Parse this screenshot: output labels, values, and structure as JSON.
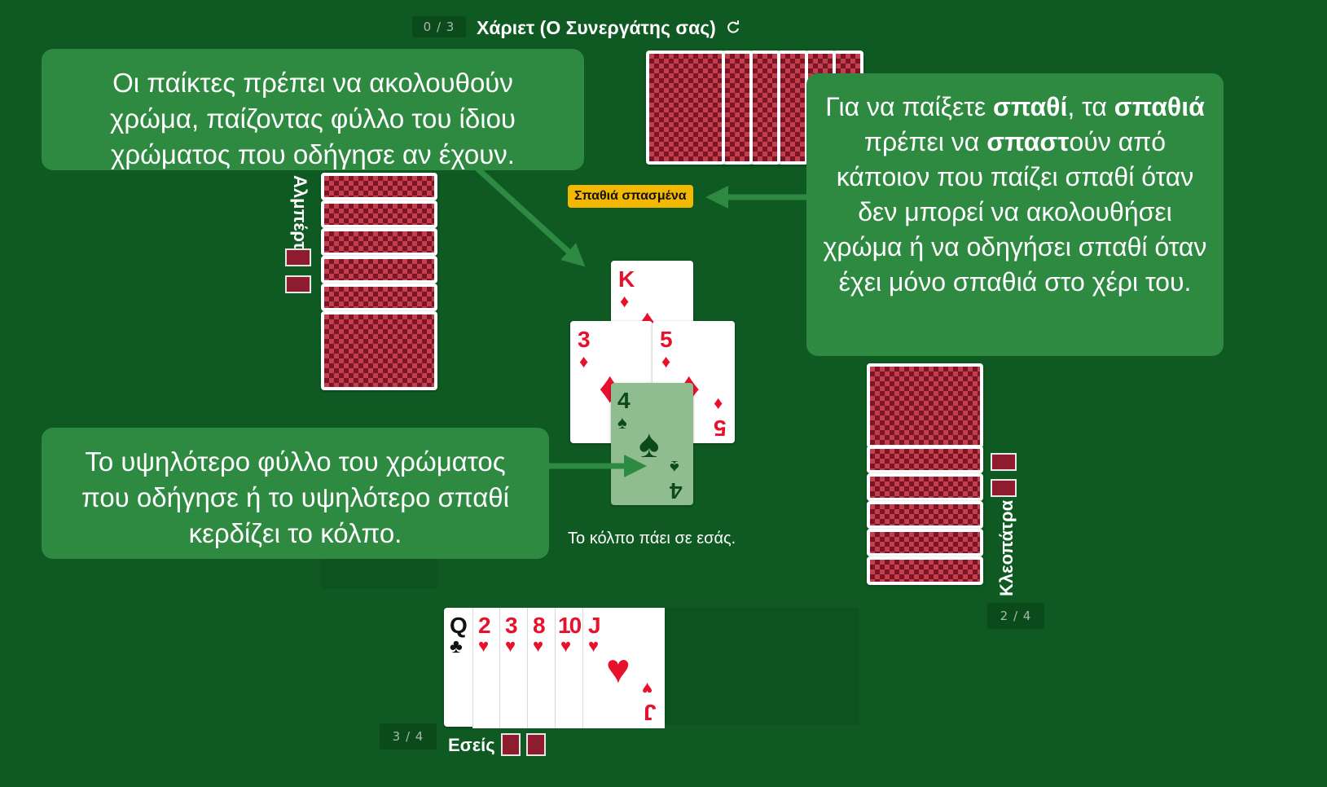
{
  "top_player": {
    "name": "Χάριετ (Ο Συνεργάτης σας)",
    "score": "0 / 3",
    "refresh_icon": "refresh-icon"
  },
  "left_player": {
    "name": "Αλμπέρτ"
  },
  "right_player": {
    "name": "Κλεοπάτρα",
    "score": "2 / 4"
  },
  "you": {
    "name": "Εσείς",
    "score": "3 / 4"
  },
  "badge": {
    "text": "Σπαθιά σπασμένα",
    "color": "#f5b800"
  },
  "trick_cards": [
    {
      "rank": "K",
      "suit": "diamonds",
      "suit_symbol": "♦"
    },
    {
      "rank": "3",
      "suit": "diamonds",
      "suit_symbol": "♦"
    },
    {
      "rank": "5",
      "suit": "diamonds",
      "suit_symbol": "♦"
    },
    {
      "rank": "4",
      "suit": "spades",
      "suit_symbol": "♠"
    }
  ],
  "status": "Το κόλπο πάει σε εσάς.",
  "hand": [
    {
      "rank": "Q",
      "suit_symbol": "♣"
    },
    {
      "rank": "2",
      "suit_symbol": "♥"
    },
    {
      "rank": "3",
      "suit_symbol": "♥"
    },
    {
      "rank": "8",
      "suit_symbol": "♥"
    },
    {
      "rank": "10",
      "suit_symbol": "♥"
    },
    {
      "rank": "J",
      "suit_symbol": "♥"
    }
  ],
  "tips": {
    "follow_suit": "Οι παίκτες πρέπει να ακολουθούν χρώμα, παίζοντας φύλλο του ίδιου χρώματος που οδήγησε αν έχουν.",
    "highest_wins": "Το υψηλότερο φύλλο του χρώματος που οδήγησε ή το υψηλότερο σπαθί κερδίζει το κόλπο.",
    "spades_broken": {
      "p1": "Για να παίξετε ",
      "b1": "σπαθί",
      "p2": ", τα ",
      "b2": "σπαθιά",
      "p3": " πρέπει να ",
      "b3": "σπαστ",
      "p4": "ούν από κάποιον που παίζει σπαθί όταν δεν μπορεί να ακολουθήσει χρώμα ή να οδηγήσει σπαθί όταν έχει μόνο σπαθιά στο χέρι του."
    }
  },
  "colors": {
    "table": "#0f5a22",
    "bubble": "#2e8a40",
    "card_back": "#8c1c2e",
    "red_suit": "#e8112d"
  }
}
